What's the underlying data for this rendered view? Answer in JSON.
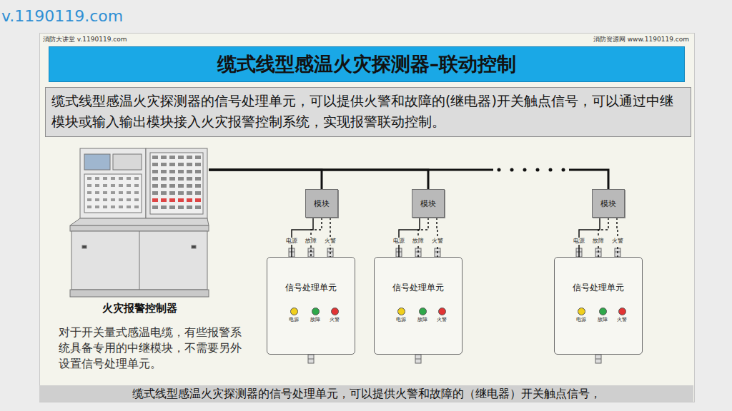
{
  "diagram": {
    "title": "缆式线型感温火灾探测器–联动控制",
    "caption": "缆式线型感温火灾探测器的信号处理单元，可以提供火警和故障的（继电器）开关触点信号，",
    "nodes": [
      {
        "text": [
          "缆式线型感温火灾探测器的信号处理单元，可以提供火警和故障的(继电器)开关触点信号，可以通过中继模块或输入输出模块接入火灾报警控制系统，实现报警联动控制。"
        ]
      },
      {
        "text": [
          "火灾报警控制器"
        ]
      },
      {
        "text": [
          "模块"
        ]
      },
      {
        "text": [
          "模块"
        ]
      },
      {
        "text": [
          "模块"
        ]
      },
      {
        "text": [
          "信号处理单元",
          "电源",
          "故障",
          "火警"
        ]
      },
      {
        "text": [
          "信号处理单元",
          "电源",
          "故障",
          "火警"
        ]
      },
      {
        "text": [
          "信号处理单元",
          "电源",
          "故障",
          "火警"
        ]
      }
    ],
    "edges": [
      {
        "from": 1,
        "to": 2,
        "arrow": "none"
      },
      {
        "from": 1,
        "to": 3,
        "arrow": "none"
      },
      {
        "from": 1,
        "to": 4,
        "arrow": "none"
      },
      {
        "from": 2,
        "to": 5,
        "arrow": "none"
      },
      {
        "from": 2,
        "to": 5,
        "arrow": "none"
      },
      {
        "from": 2,
        "to": 5,
        "arrow": "none"
      },
      {
        "from": 3,
        "to": 6,
        "arrow": "none"
      },
      {
        "from": 3,
        "to": 6,
        "arrow": "none"
      },
      {
        "from": 3,
        "to": 6,
        "arrow": "none"
      },
      {
        "from": 4,
        "to": 7,
        "arrow": "none"
      },
      {
        "from": 4,
        "to": 7,
        "arrow": "none"
      },
      {
        "from": 4,
        "to": 7,
        "arrow": "none"
      }
    ],
    "labels": [
      "v.1190119.com",
      "消防大讲堂 v.1190119.com",
      "消防资源网 www.1190119.com",
      "电源",
      "故障",
      "火警",
      "电源",
      "故障",
      "火警",
      "电源",
      "故障",
      "火警",
      "对于开关量式感温电缆，有些报警系统具备专用的中继模块，不需要另外设置信号处理单元。"
    ]
  }
}
